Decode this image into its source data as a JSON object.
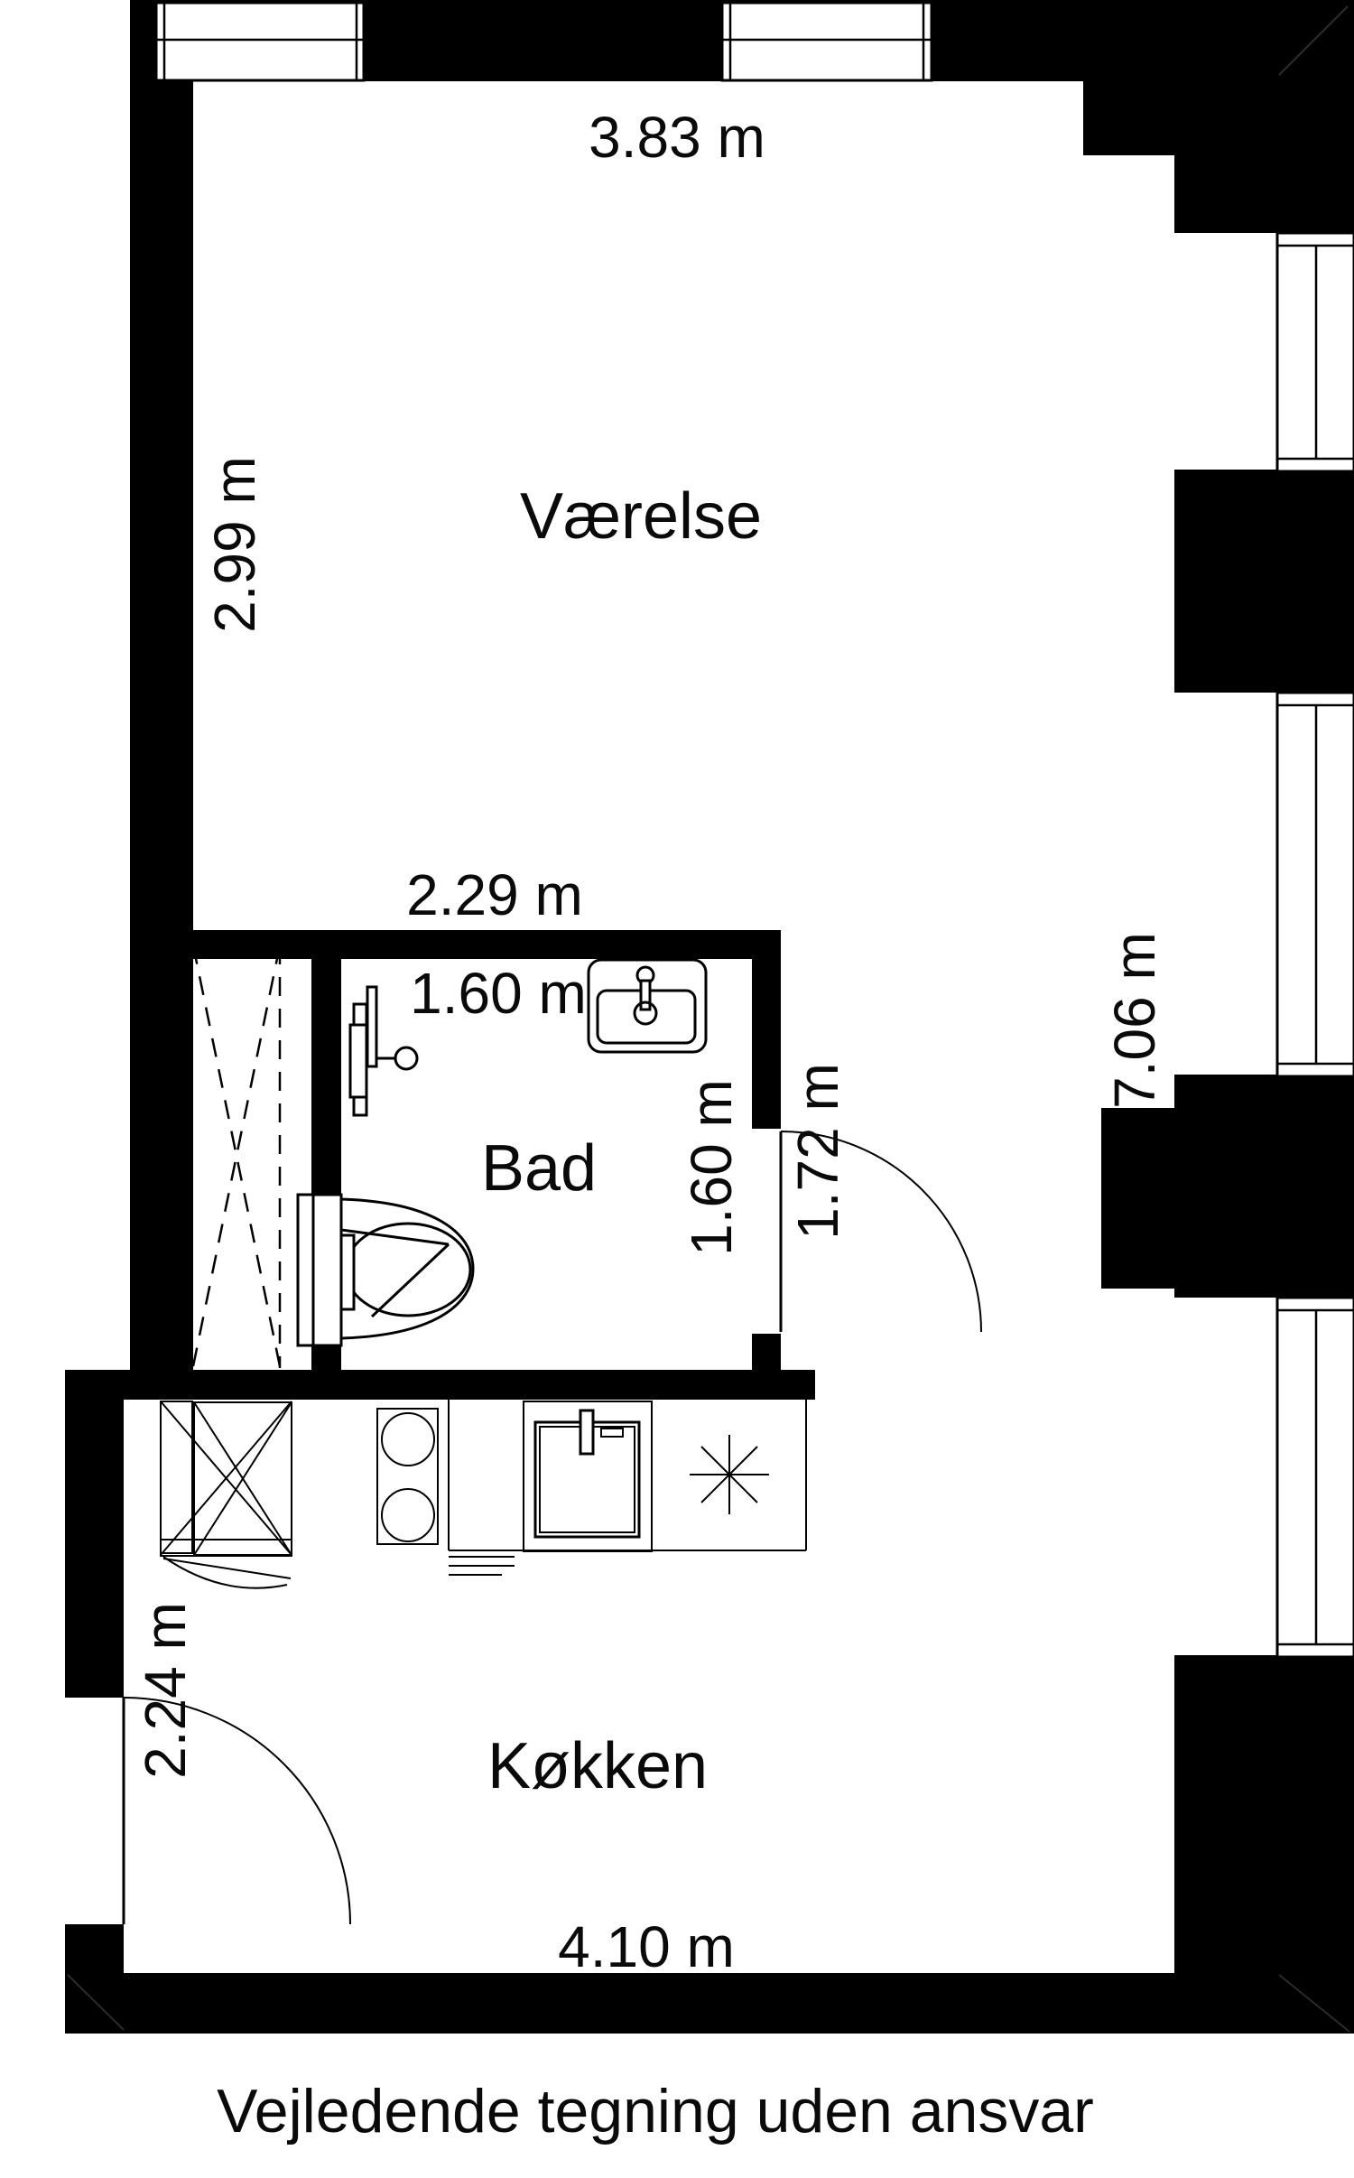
{
  "plan": {
    "colors": {
      "wall": "#000000",
      "background": "#ffffff",
      "ink": "#0a0a0a"
    },
    "rooms": {
      "vaerelse": {
        "label": "Værelse"
      },
      "bad": {
        "label": "Bad"
      },
      "koekken": {
        "label": "Køkken"
      }
    },
    "dimensions": {
      "top_width": {
        "label": "3.83 m",
        "value": 3.83,
        "unit": "m"
      },
      "left_height": {
        "label": "2.99 m",
        "value": 2.99,
        "unit": "m"
      },
      "bath_width": {
        "label": "2.29 m",
        "value": 2.29,
        "unit": "m"
      },
      "bath_inner_width": {
        "label": "1.60 m",
        "value": 1.6,
        "unit": "m"
      },
      "bath_door_height": {
        "label": "1.60 m",
        "value": 1.6,
        "unit": "m"
      },
      "hall_door_height": {
        "label": "1.72 m",
        "value": 1.72,
        "unit": "m"
      },
      "right_height": {
        "label": "7.06 m",
        "value": 7.06,
        "unit": "m"
      },
      "kitchen_door_height": {
        "label": "2.24 m",
        "value": 2.24,
        "unit": "m"
      },
      "kitchen_width": {
        "label": "4.10 m",
        "value": 4.1,
        "unit": "m"
      }
    },
    "disclaimer": {
      "label": "Vejledende tegning uden ansvar"
    },
    "icons": {
      "window": "window-icon",
      "door_swing": "door-swing-icon",
      "shower": "shower-enclosure-icon",
      "shower_mixer": "shower-mixer-icon",
      "bathroom_sink": "bathroom-sink-icon",
      "toilet": "toilet-icon",
      "kitchen_sink": "kitchen-sink-icon",
      "stove": "stove-icon",
      "light_point": "light-point-icon",
      "radiator": "radiator-icon",
      "cabinet": "cabinet-icon"
    }
  }
}
